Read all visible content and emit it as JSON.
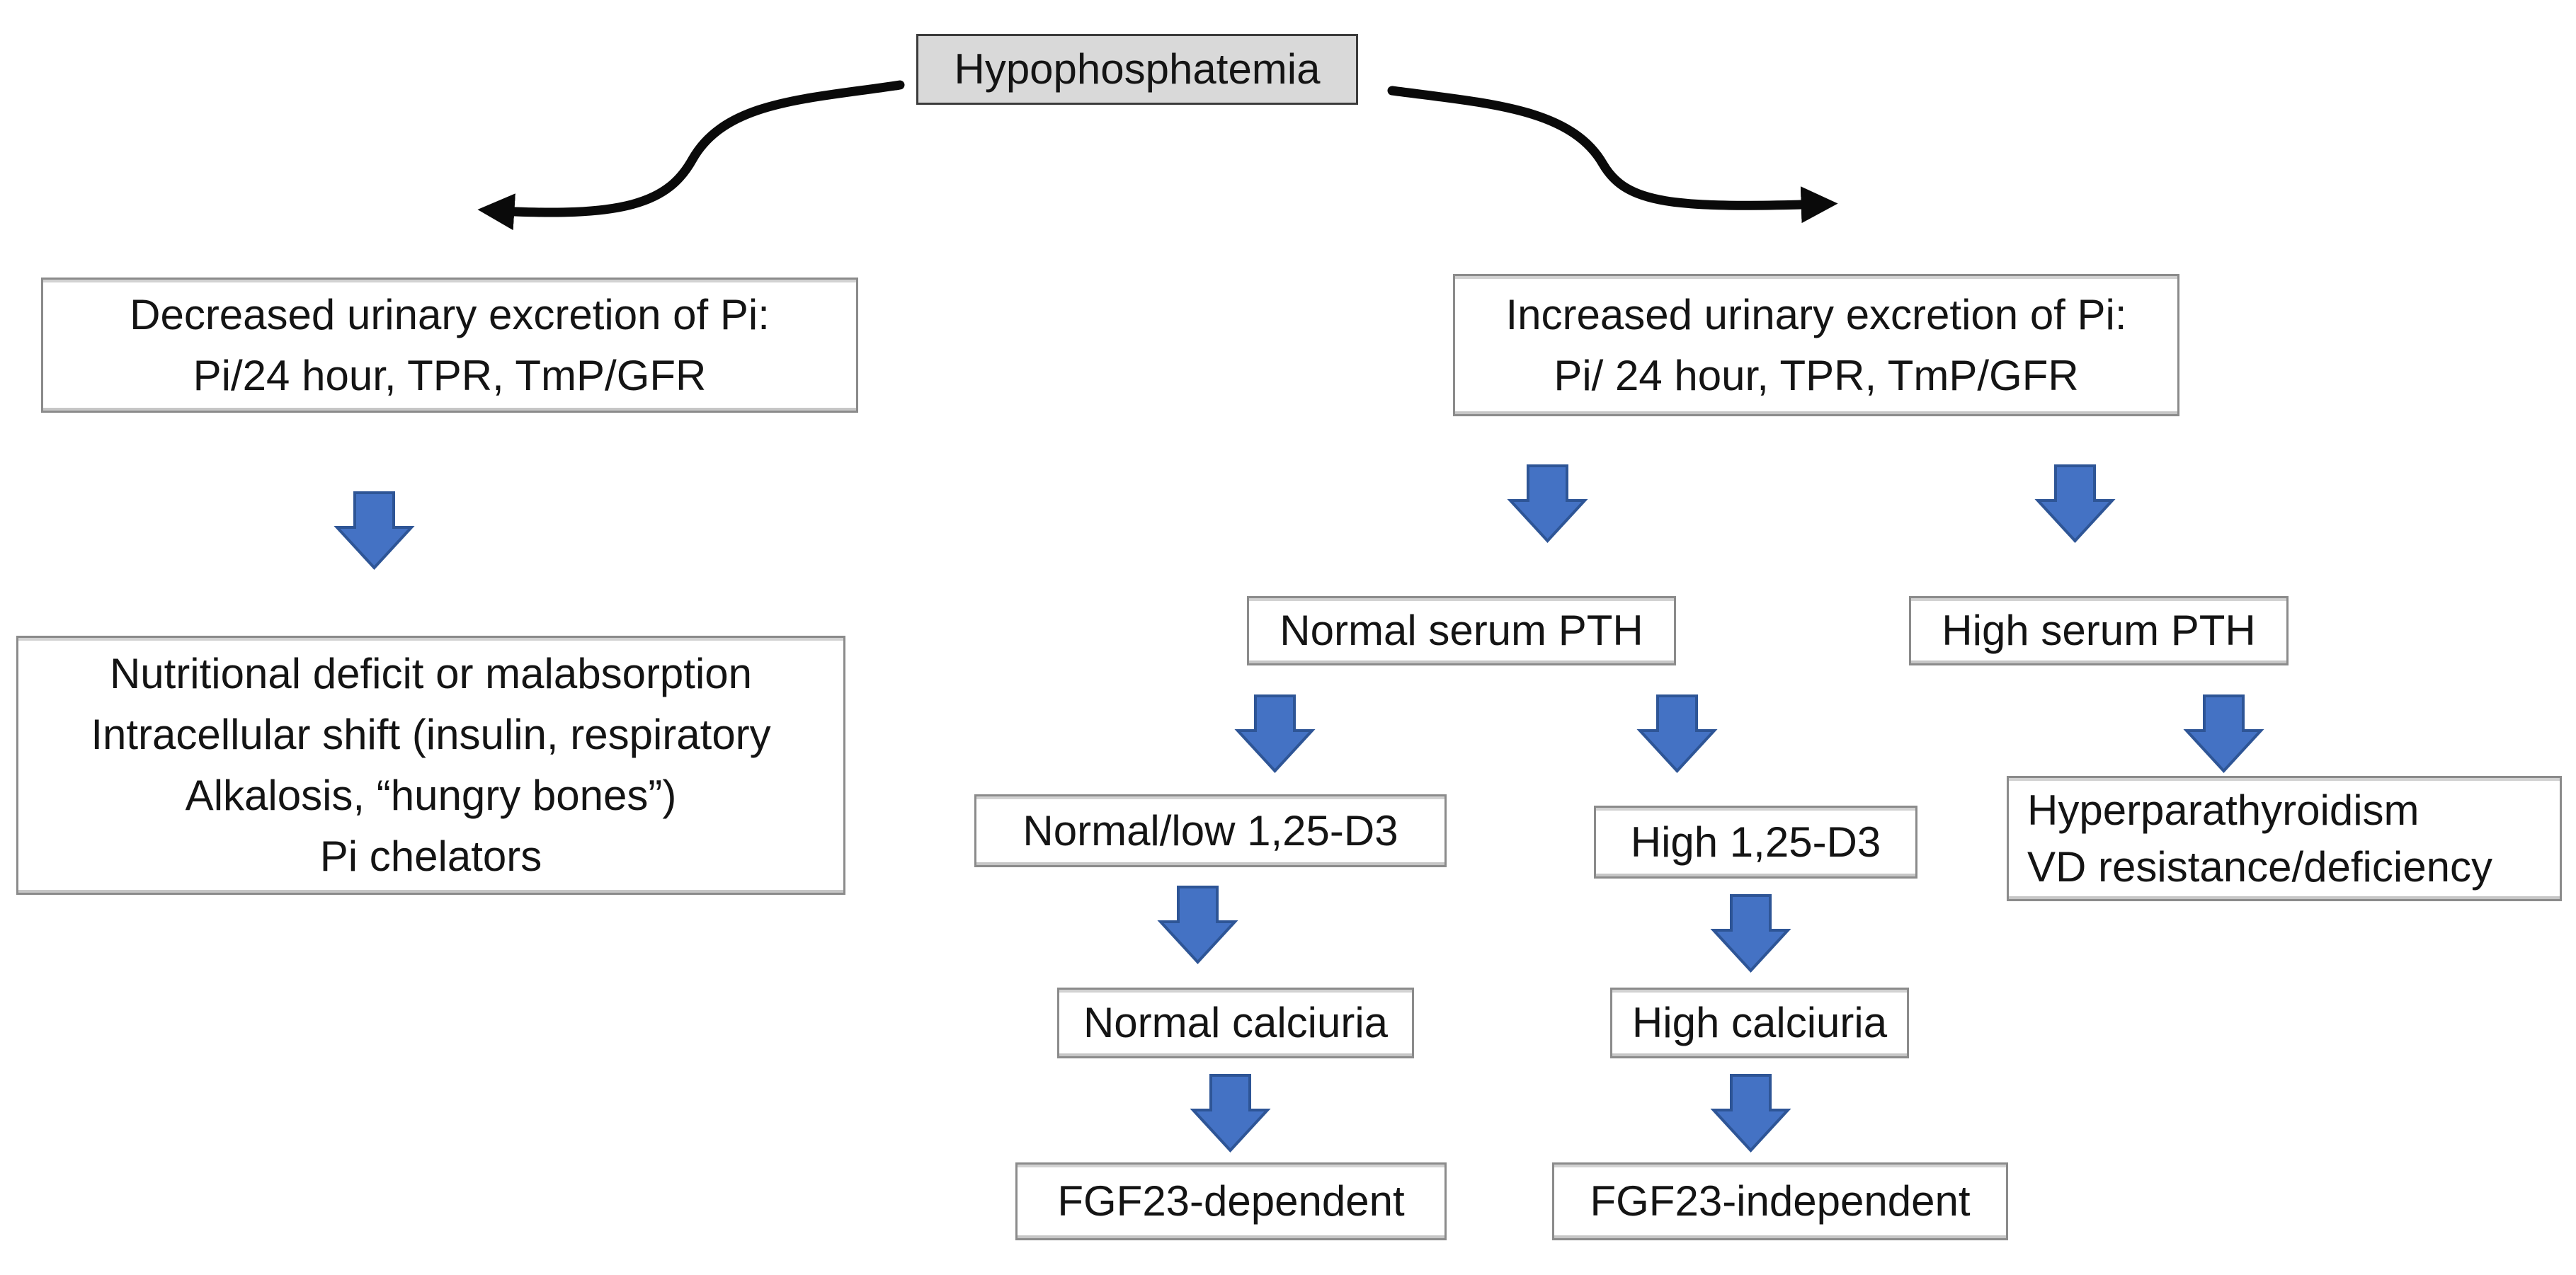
{
  "diagram": {
    "title_node": "Hypophosphatemia",
    "nodes": {
      "hypophosphatemia": {
        "label": "Hypophosphatemia"
      },
      "decreased_excretion": {
        "label": "Decreased urinary excretion of Pi:\nPi/24 hour, TPR, TmP/GFR"
      },
      "nutritional_causes": {
        "label": "Nutritional deficit or malabsorption\nIntracellular shift (insulin, respiratory\nAlkalosis, “hungry bones”)\nPi chelators"
      },
      "increased_excretion": {
        "label": "Increased urinary excretion of Pi:\nPi/ 24 hour, TPR, TmP/GFR"
      },
      "normal_serum_pth": {
        "label": "Normal serum PTH"
      },
      "high_serum_pth": {
        "label": "High serum PTH"
      },
      "normal_low_d3": {
        "label": "Normal/low 1,25-D3"
      },
      "high_d3": {
        "label": "High 1,25-D3"
      },
      "hyperparathyroidism": {
        "label": "Hyperparathyroidism\nVD resistance/deficiency"
      },
      "normal_calciuria": {
        "label": "Normal calciuria"
      },
      "high_calciuria": {
        "label": "High calciuria"
      },
      "fgf23_dependent": {
        "label": "FGF23-dependent"
      },
      "fgf23_independent": {
        "label": "FGF23-independent"
      }
    },
    "edges": [
      {
        "from": "hypophosphatemia",
        "to": "decreased_excretion",
        "style": "curved-black-arrow"
      },
      {
        "from": "hypophosphatemia",
        "to": "increased_excretion",
        "style": "curved-black-arrow"
      },
      {
        "from": "decreased_excretion",
        "to": "nutritional_causes",
        "style": "blue-block-arrow"
      },
      {
        "from": "increased_excretion",
        "to": "normal_serum_pth",
        "style": "blue-block-arrow"
      },
      {
        "from": "increased_excretion",
        "to": "high_serum_pth",
        "style": "blue-block-arrow"
      },
      {
        "from": "normal_serum_pth",
        "to": "normal_low_d3",
        "style": "blue-block-arrow"
      },
      {
        "from": "normal_serum_pth",
        "to": "high_d3",
        "style": "blue-block-arrow"
      },
      {
        "from": "high_serum_pth",
        "to": "hyperparathyroidism",
        "style": "blue-block-arrow"
      },
      {
        "from": "normal_low_d3",
        "to": "normal_calciuria",
        "style": "blue-block-arrow"
      },
      {
        "from": "high_d3",
        "to": "high_calciuria",
        "style": "blue-block-arrow"
      },
      {
        "from": "normal_calciuria",
        "to": "fgf23_dependent",
        "style": "blue-block-arrow"
      },
      {
        "from": "high_calciuria",
        "to": "fgf23_independent",
        "style": "blue-block-arrow"
      }
    ],
    "icons": {
      "down_arrow_icon": "blue block down-arrow",
      "curved_arrow_icon": "black s-curved arrow"
    },
    "colors": {
      "block_arrow_fill": "#4472c4",
      "block_arrow_stroke": "#2e5596",
      "root_box_fill": "#d9d9d9",
      "root_box_border": "#3b3b3b",
      "box_border": "#8b8b8b",
      "connector": "#0a0a0a",
      "text": "#141414",
      "background": "#ffffff"
    }
  }
}
